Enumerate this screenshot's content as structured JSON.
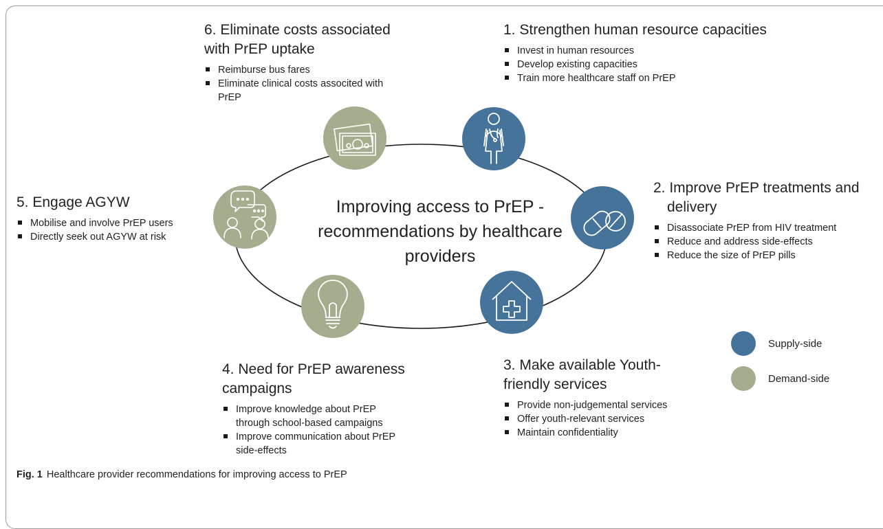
{
  "colors": {
    "supply": "#46739a",
    "demand": "#a4ae8e",
    "ring": "#1a1a1a"
  },
  "diagram": {
    "center_title": "Improving access to PrEP - recommendations by healthcare providers",
    "nodes": [
      {
        "id": "staff",
        "side": "supply",
        "icon": "healthcare-worker-icon"
      },
      {
        "id": "pills",
        "side": "supply",
        "icon": "pills-icon"
      },
      {
        "id": "house",
        "side": "supply",
        "icon": "health-facility-icon"
      },
      {
        "id": "bulb",
        "side": "demand",
        "icon": "lightbulb-icon"
      },
      {
        "id": "talk",
        "side": "demand",
        "icon": "conversation-icon"
      },
      {
        "id": "money",
        "side": "demand",
        "icon": "money-icon"
      }
    ]
  },
  "sections": {
    "s1": {
      "heading": "1. Strengthen human resource capacities",
      "items": [
        "Invest in human resources",
        "Develop existing capacities",
        "Train more healthcare staff on PrEP"
      ]
    },
    "s2": {
      "heading_line1": "2. Improve PrEP treatments and",
      "heading_line2": "delivery",
      "items": [
        "Disassociate PrEP from HIV treatment",
        "Reduce and address side-effects",
        "Reduce the size of PrEP pills"
      ]
    },
    "s3": {
      "heading_line1": "3. Make available Youth-",
      "heading_line2": "friendly services",
      "items": [
        "Provide non-judgemental services",
        "Offer youth-relevant services",
        "Maintain confidentiality"
      ]
    },
    "s4": {
      "heading_line1": "4. Need for PrEP awareness",
      "heading_line2": "campaigns",
      "items": [
        [
          "Improve knowledge  about PrEP",
          "through school-based campaigns"
        ],
        [
          "Improve communication about PrEP",
          "side-effects"
        ]
      ]
    },
    "s5": {
      "heading": "5. Engage AGYW",
      "items": [
        "Mobilise and involve PrEP users",
        "Directly seek out AGYW at risk"
      ]
    },
    "s6": {
      "heading_line1": "6. Eliminate costs associated",
      "heading_line2": "with PrEP uptake",
      "items": [
        [
          "Reimburse bus fares"
        ],
        [
          "Eliminate clinical costs associted with",
          "PrEP"
        ]
      ]
    }
  },
  "legend": {
    "supply": "Supply-side",
    "demand": "Demand-side"
  },
  "caption": {
    "label": "Fig. 1",
    "text": "Healthcare provider recommendations for improving access to PrEP"
  }
}
